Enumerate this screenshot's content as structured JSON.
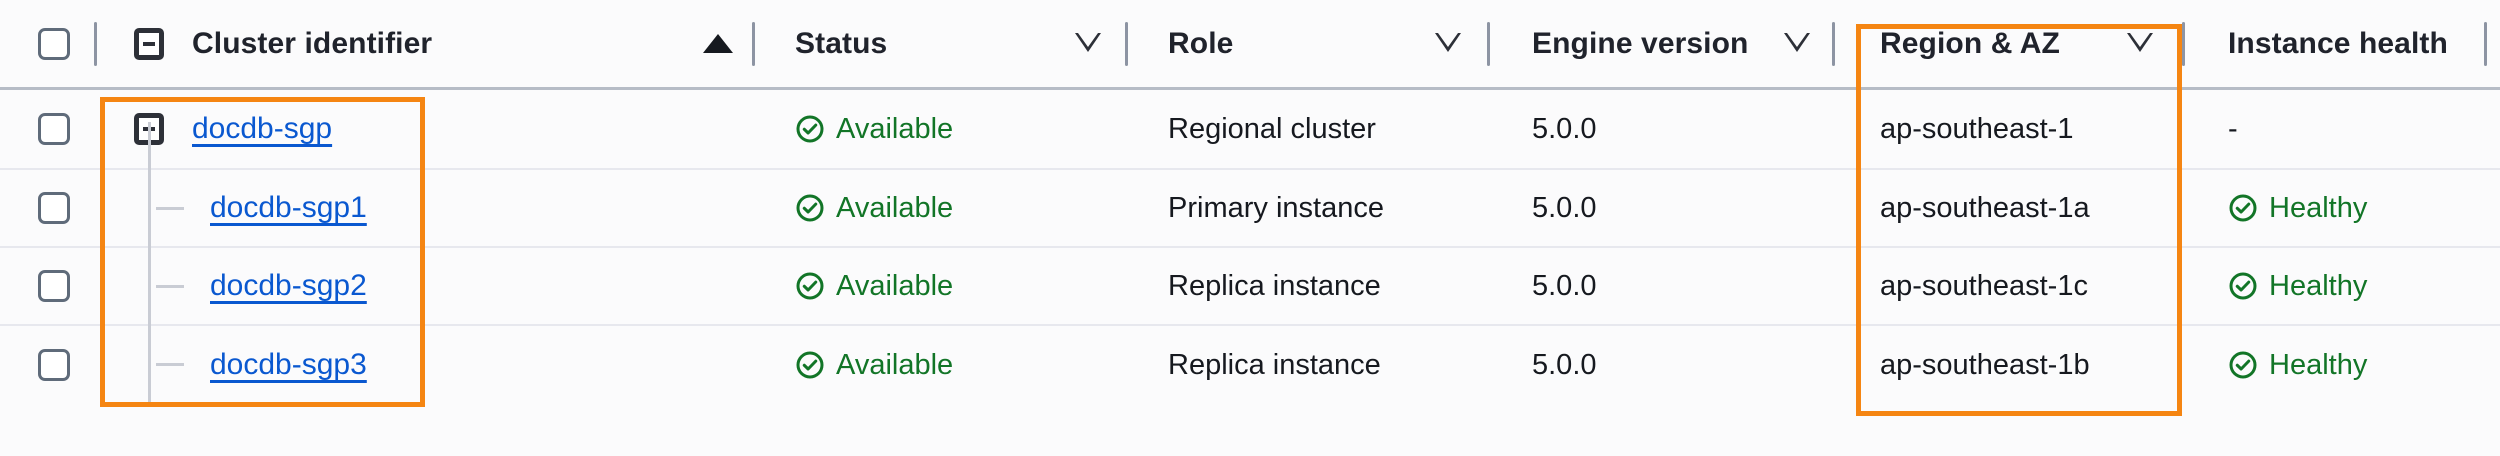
{
  "table": {
    "select_all_checkbox": "select-all",
    "columns": [
      {
        "id": "cluster-identifier",
        "label": "Cluster identifier",
        "sort": "ascending",
        "sort_icon": "sort-ascending-triangle-icon",
        "has_collapse_toggle": true
      },
      {
        "id": "status",
        "label": "Status",
        "sort": "none",
        "sort_icon": "sort-descending-triangle-icon"
      },
      {
        "id": "role",
        "label": "Role",
        "sort": "none",
        "sort_icon": "sort-descending-triangle-icon"
      },
      {
        "id": "engine-version",
        "label": "Engine version",
        "sort": "none",
        "sort_icon": "sort-descending-triangle-icon"
      },
      {
        "id": "region-az",
        "label": "Region & AZ",
        "sort": "none",
        "sort_icon": "sort-descending-triangle-icon",
        "highlighted": true
      },
      {
        "id": "instance-health",
        "label": "Instance health",
        "sort": "none"
      }
    ],
    "rows": [
      {
        "identifier": "docdb-sgp",
        "level": 0,
        "expanded": true,
        "toggle_icon": "collapse-minus-icon",
        "status": "Available",
        "status_icon": "status-check-circle-icon",
        "role": "Regional cluster",
        "engine_version": "5.0.0",
        "region_az": "ap-southeast-1",
        "instance_health": "-",
        "instance_health_icon": null
      },
      {
        "identifier": "docdb-sgp1",
        "level": 1,
        "expanded": false,
        "toggle_icon": null,
        "status": "Available",
        "status_icon": "status-check-circle-icon",
        "role": "Primary instance",
        "engine_version": "5.0.0",
        "region_az": "ap-southeast-1a",
        "instance_health": "Healthy",
        "instance_health_icon": "health-check-circle-icon"
      },
      {
        "identifier": "docdb-sgp2",
        "level": 1,
        "expanded": false,
        "toggle_icon": null,
        "status": "Available",
        "status_icon": "status-check-circle-icon",
        "role": "Replica instance",
        "engine_version": "5.0.0",
        "region_az": "ap-southeast-1c",
        "instance_health": "Healthy",
        "instance_health_icon": "health-check-circle-icon"
      },
      {
        "identifier": "docdb-sgp3",
        "level": 1,
        "expanded": false,
        "toggle_icon": null,
        "status": "Available",
        "status_icon": "status-check-circle-icon",
        "role": "Replica instance",
        "engine_version": "5.0.0",
        "region_az": "ap-southeast-1b",
        "instance_health": "Healthy",
        "instance_health_icon": "health-check-circle-icon"
      }
    ]
  },
  "annotations": [
    {
      "id": "cluster-identifier-column-highlight",
      "target": "cluster-identifier-cells"
    },
    {
      "id": "region-az-column-highlight",
      "target": "region-az-column"
    }
  ],
  "colors": {
    "link": "#0a58d0",
    "status_green": "#127527",
    "annotation_orange": "#f58512",
    "header_text": "#20232c",
    "row_divider": "#e7e8ee",
    "header_divider": "#b6bcc6",
    "background": "#fbfbfc"
  }
}
